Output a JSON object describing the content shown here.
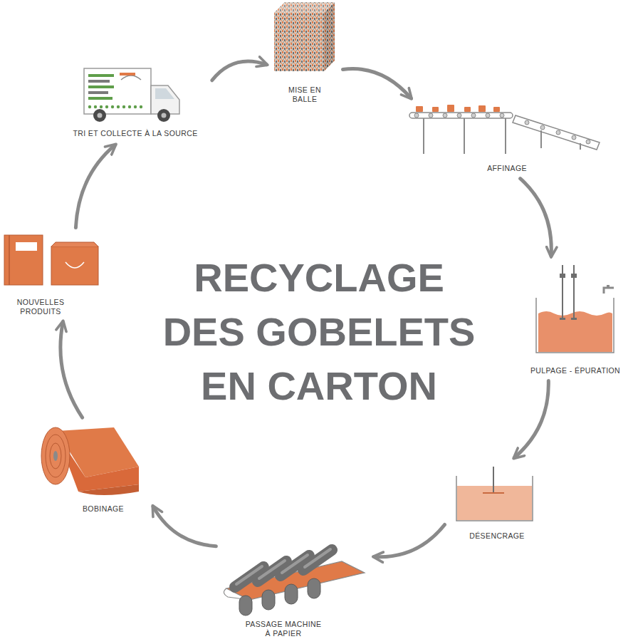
{
  "diagram": {
    "title": "RECYCLAGE DES GOBELETS EN CARTON",
    "nodes": [
      {
        "text": [
          "TRI ET COLLECTE À LA SOURCE"
        ]
      },
      {
        "text": [
          "MISE EN BALLE"
        ]
      },
      {
        "text": [
          "AFFINAGE"
        ]
      },
      {
        "text": [
          "PULPAGE - ÉPURATION"
        ]
      },
      {
        "text": [
          "DÉSENCRAGE"
        ]
      },
      {
        "text": [
          "PASSAGE MACHINE À PAPIER"
        ]
      },
      {
        "text": [
          "BOBINAGE"
        ]
      },
      {
        "text": [
          "NOUVELLES PRODUITS"
        ]
      }
    ],
    "edges": [
      {
        "from": 0,
        "to": 1,
        "arrow": "to"
      },
      {
        "from": 1,
        "to": 2,
        "arrow": "to"
      },
      {
        "from": 2,
        "to": 3,
        "arrow": "to"
      },
      {
        "from": 3,
        "to": 4,
        "arrow": "to"
      },
      {
        "from": 4,
        "to": 5,
        "arrow": "to"
      },
      {
        "from": 5,
        "to": 6,
        "arrow": "to"
      },
      {
        "from": 6,
        "to": 7,
        "arrow": "to"
      },
      {
        "from": 7,
        "to": 0,
        "arrow": "to"
      }
    ]
  }
}
